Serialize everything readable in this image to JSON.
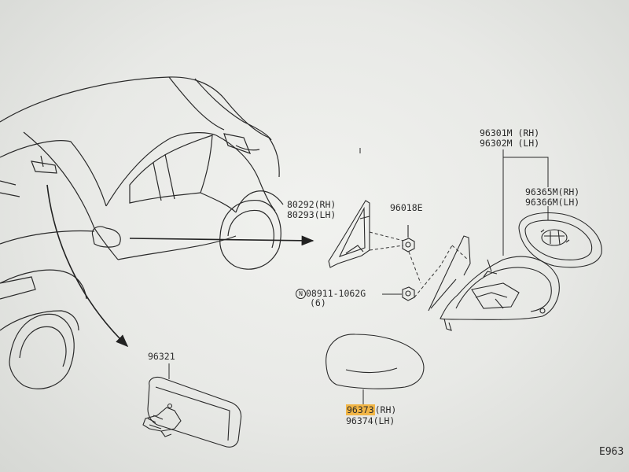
{
  "labels": {
    "rear_view_mirror": "96321",
    "mirror_assy_rh": "96301M (RH)",
    "mirror_assy_lh": "96302M (LH)",
    "mirror_glass_rh": "96365M(RH)",
    "mirror_glass_lh": "96366M(LH)",
    "corner_finisher_rh": "80292(RH)",
    "corner_finisher_lh": "80293(LH)",
    "cap_nut": "96018E",
    "nut_code": "08911-1062G",
    "nut_marker": "N",
    "nut_qty": "(6)",
    "cover_rh_part": "96373",
    "cover_rh_suffix": "(RH)",
    "cover_lh": "96374(LH)",
    "page_code": "E963"
  },
  "colors": {
    "highlight": "#f2b646",
    "ink": "#2b2b2b",
    "paper": "#eeefec"
  }
}
